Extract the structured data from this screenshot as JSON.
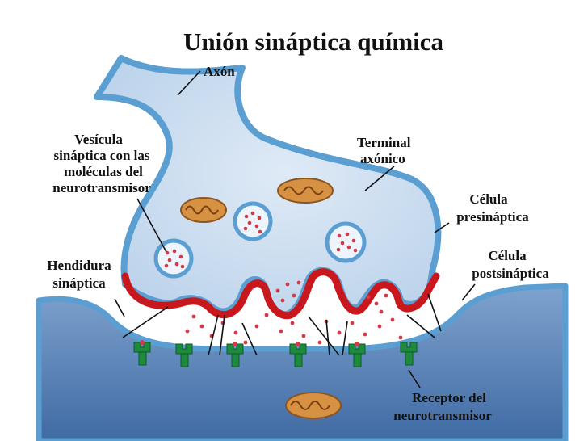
{
  "title": "Unión sináptica química",
  "labels": {
    "axon": "Axón",
    "terminal": [
      "Terminal",
      "axónico"
    ],
    "vesicle": [
      "Vesícula",
      "sináptica con las",
      "moléculas del",
      "neurotransmisor"
    ],
    "presynaptic": [
      "Célula",
      "presináptica"
    ],
    "postsynaptic": [
      "Célula",
      "postsináptica"
    ],
    "cleft": [
      "Hendidura",
      "sináptica"
    ],
    "receptor": [
      "Receptor del",
      "neurotransmisor"
    ]
  },
  "colors": {
    "cytoplasm": "#c9dcef",
    "membrane": "#5b9fd2",
    "postsynaptic_fill": "#4f78ad",
    "active_zone": "#c8181e",
    "neurotransmitter": "#d23a48",
    "receptor": "#1d8a3e",
    "mitochondrion": "#c8843a"
  }
}
